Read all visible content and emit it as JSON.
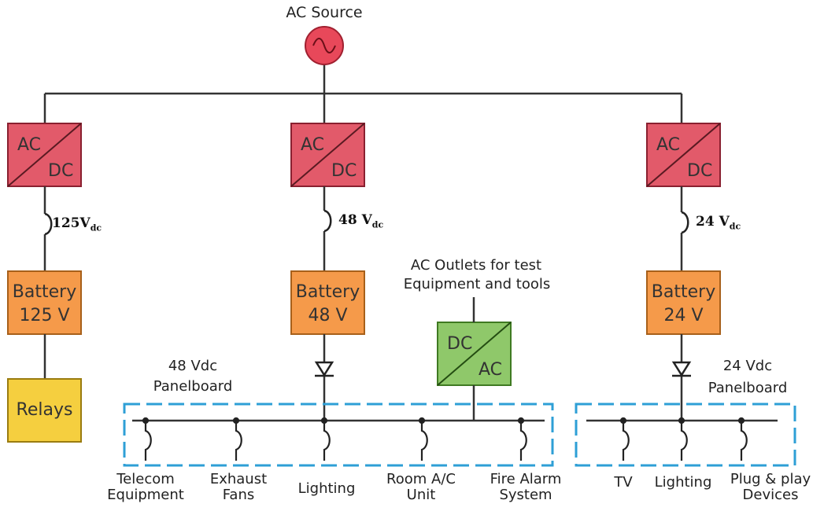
{
  "source": {
    "label": "AC Source"
  },
  "converters": [
    {
      "top": "AC",
      "bottom": "DC"
    },
    {
      "top": "AC",
      "bottom": "DC"
    },
    {
      "top": "AC",
      "bottom": "DC"
    }
  ],
  "breakers_dc": [
    {
      "voltage": "125V",
      "sub": "dc"
    },
    {
      "voltage": "48 V",
      "sub": "dc"
    },
    {
      "voltage": "24 V",
      "sub": "dc"
    }
  ],
  "batteries": [
    {
      "line1": "Battery",
      "line2": "125 V"
    },
    {
      "line1": "Battery",
      "line2": "48 V"
    },
    {
      "line1": "Battery",
      "line2": "24 V"
    }
  ],
  "relays": {
    "label": "Relays"
  },
  "inverter": {
    "top": "DC",
    "bottom": "AC",
    "caption_line1": "AC Outlets for test",
    "caption_line2": "Equipment and tools"
  },
  "panel48": {
    "line1": "48 Vdc",
    "line2": "Panelboard"
  },
  "panel24": {
    "line1": "24 Vdc",
    "line2": "Panelboard"
  },
  "loads48": [
    {
      "line1": "Telecom",
      "line2": "Equipment"
    },
    {
      "line1": "Exhaust",
      "line2": "Fans"
    },
    {
      "line1": "Lighting",
      "line2": ""
    },
    {
      "line1": "Room A/C",
      "line2": "Unit"
    },
    {
      "line1": "Fire Alarm",
      "line2": "System"
    }
  ],
  "loads24": [
    {
      "line1": "TV",
      "line2": ""
    },
    {
      "line1": "Lighting",
      "line2": ""
    },
    {
      "line1": "Plug & play",
      "line2": "Devices"
    }
  ],
  "colors": {
    "converter": "#e25a6a",
    "battery": "#f59a4a",
    "relays": "#f5cf3f",
    "inverter": "#8fc86a",
    "source": "#e8485a",
    "panel_border": "#2e9fd6",
    "wire": "#333333"
  }
}
